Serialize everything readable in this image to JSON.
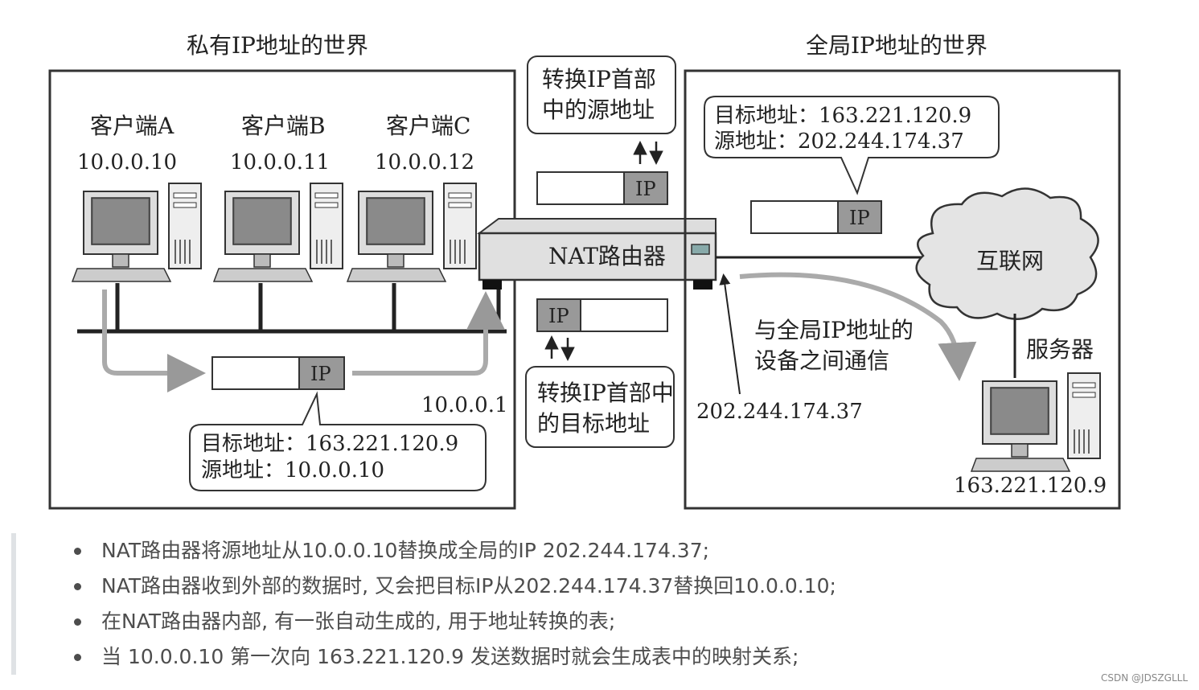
{
  "diagram": {
    "private_world_title": "私有IP地址的世界",
    "global_world_title": "全局IP地址的世界",
    "clients": [
      {
        "name": "客户端A",
        "ip": "10.0.0.10"
      },
      {
        "name": "客户端B",
        "ip": "10.0.0.11"
      },
      {
        "name": "客户端C",
        "ip": "10.0.0.12"
      }
    ],
    "nat_router_label": "NAT路由器",
    "router_private_ip": "10.0.0.1",
    "router_global_ip": "202.244.174.37",
    "packet_ip_label": "IP",
    "private_packet_info": {
      "dest": "目标地址：163.221.120.9",
      "src": "源地址：10.0.0.10"
    },
    "global_packet_info": {
      "dest": "目标地址：163.221.120.9",
      "src": "源地址：202.244.174.37"
    },
    "convert_src_note": [
      "转换IP首部",
      "中的源地址"
    ],
    "convert_dst_note": [
      "转换IP首部中",
      "的目标地址"
    ],
    "internet_label": "互联网",
    "server_label": "服务器",
    "server_ip": "163.221.120.9",
    "global_comm_note": [
      "与全局IP地址的",
      "设备之间通信"
    ]
  },
  "notes": [
    "NAT路由器将源地址从10.0.0.10替换成全局的IP 202.244.174.37;",
    "NAT路由器收到外部的数据时, 又会把目标IP从202.244.174.37替换回10.0.0.10;",
    "在NAT路由器内部, 有一张自动生成的, 用于地址转换的表;",
    "当 10.0.0.10 第一次向 163.221.120.9 发送数据时就会生成表中的映射关系;"
  ],
  "credit": "CSDN @JDSZGLLL"
}
